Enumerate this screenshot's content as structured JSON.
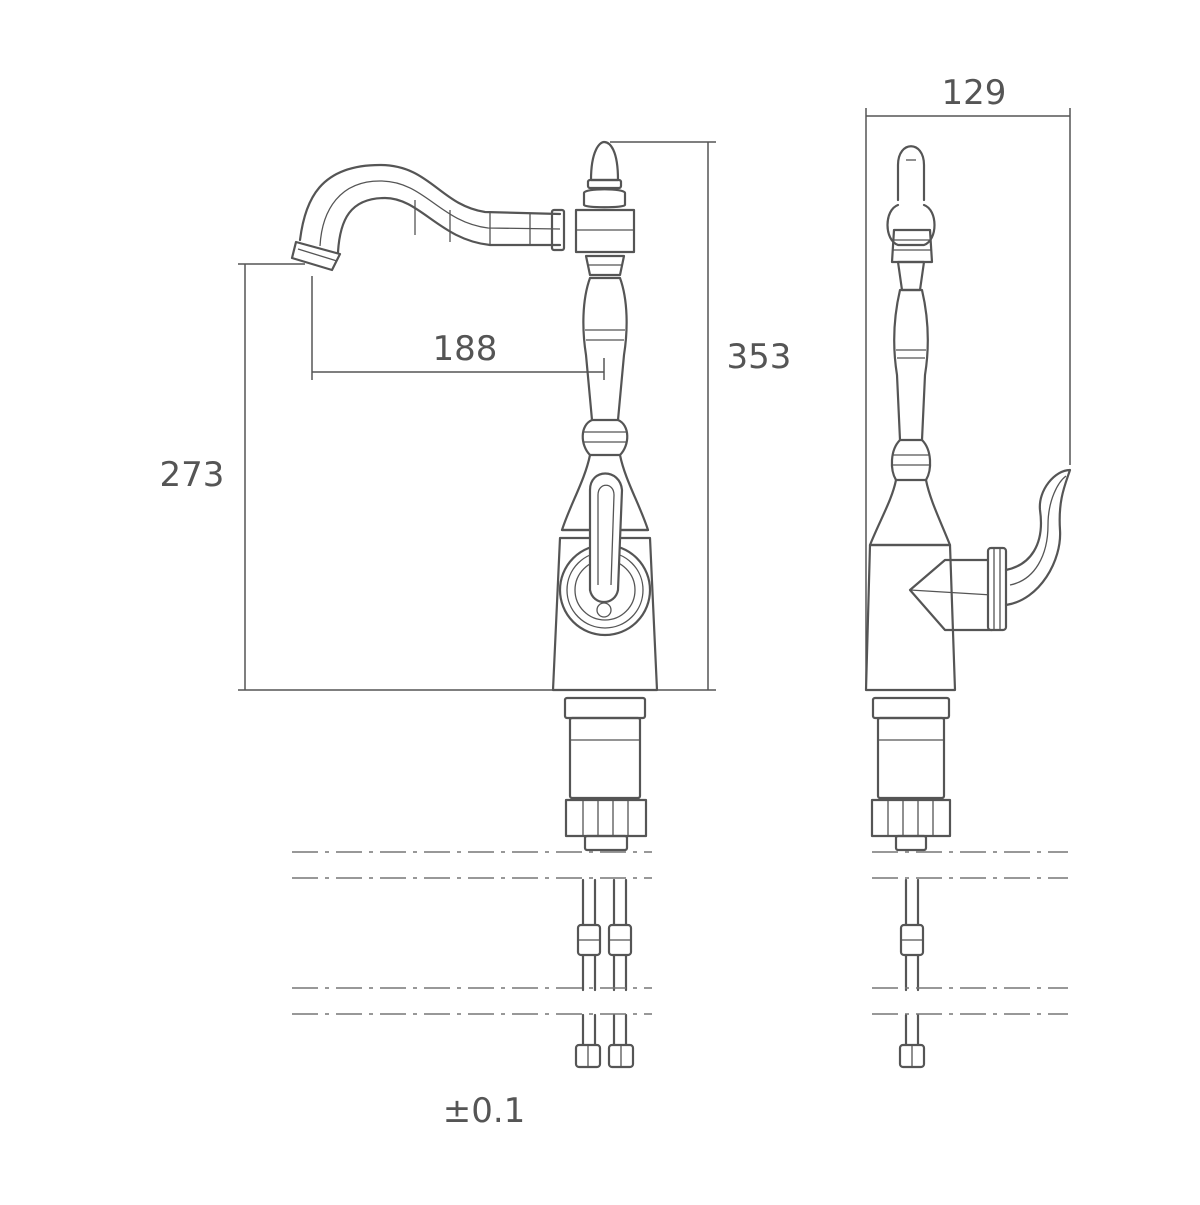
{
  "dimensions": {
    "spout_height": "273",
    "spout_reach": "188",
    "total_height": "353",
    "side_width": "129",
    "tolerance": "±0.1"
  },
  "colors": {
    "line": "#555555",
    "background": "#ffffff"
  }
}
